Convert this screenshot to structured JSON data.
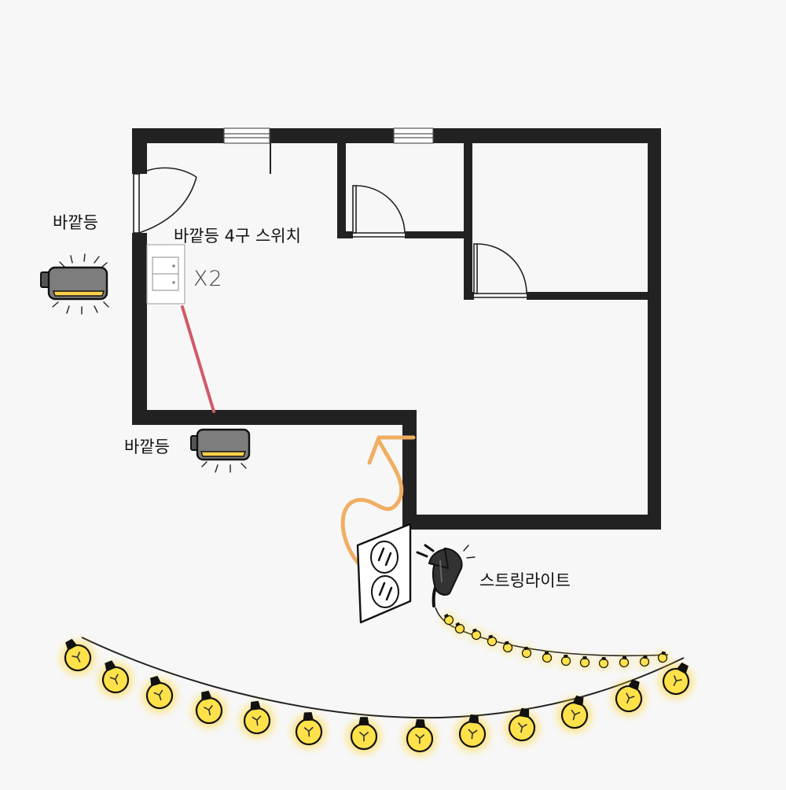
{
  "labels": {
    "outdoor_light_left": "바깥등",
    "outdoor_light_bottom": "바깥등",
    "switch_label": "바깥등 4구 스위치",
    "switch_multiplier": "X2",
    "string_light": "스트링라이트"
  },
  "colors": {
    "wall": "#222222",
    "background": "#f7f7f7",
    "wire": "#d05a64",
    "arrow": "#f0ae62",
    "bulb": "#ffe14a",
    "bulb_glow": "#ffd21a",
    "lamp_body": "#808080",
    "lamp_light": "#ffd04a"
  },
  "icons": {
    "lamp": "wall-lamp-icon",
    "outlet": "power-outlet-icon",
    "plug": "power-plug-icon",
    "bulb": "light-bulb-icon"
  }
}
